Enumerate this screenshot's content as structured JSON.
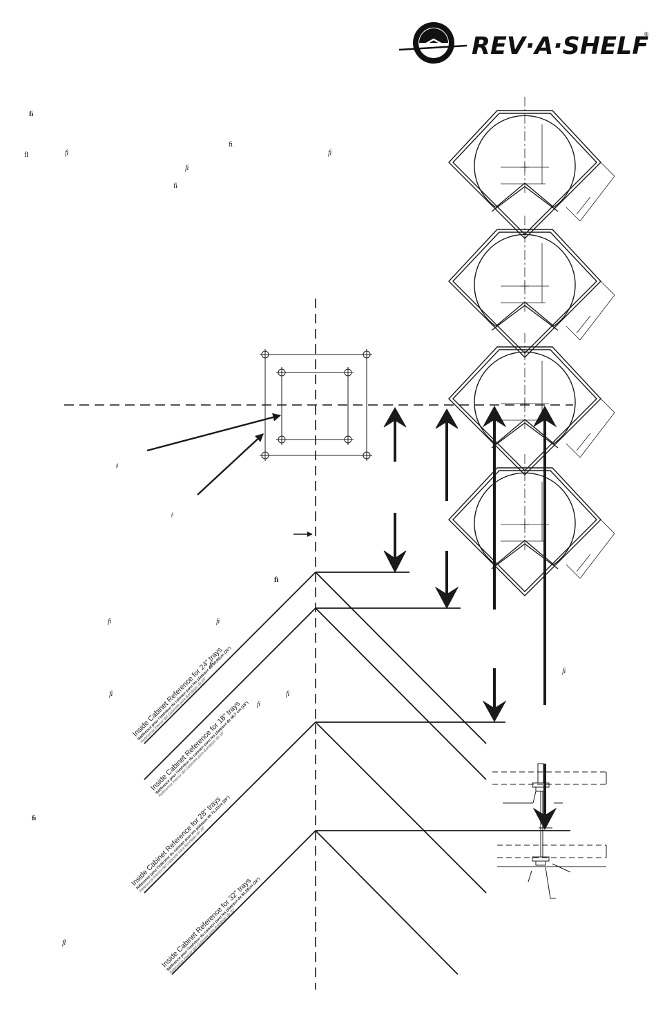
{
  "brand": {
    "name": "REV·A·SHELF",
    "trademark": "®"
  },
  "ligature_marks": [
    {
      "text": "ﬁ"
    },
    {
      "text": "ﬂ"
    },
    {
      "text": "ﬁ"
    },
    {
      "text": "ﬁ"
    },
    {
      "text": "ﬁ"
    },
    {
      "text": "ﬁ"
    },
    {
      "text": "ﬁ"
    },
    {
      "text": "ﬁ"
    },
    {
      "text": "ﬁ"
    },
    {
      "text": "ﬁ"
    },
    {
      "text": "ﬁ"
    },
    {
      "text": "ﬁ"
    },
    {
      "text": "ﬁ"
    },
    {
      "text": "ﬁ"
    },
    {
      "text": "ﬁ"
    },
    {
      "text": "ﬁ"
    },
    {
      "text": "ﬁ"
    },
    {
      "text": "ﬁ"
    },
    {
      "text": "ﬂ"
    }
  ],
  "references": [
    {
      "en": "Inside Cabinet Reference for 24\" trays",
      "fr": "Référence pour l'intérieur du caisson pour les plateaux de 60,96cm (24\")",
      "es": "Referencia Interior del Gabinete para Bandejas de 24\""
    },
    {
      "en": "Inside Cabinet Reference for 18\" trays",
      "fr": "Référence pour l'intérieur du caisson pour les plateaux de 45,7 cm (18\")",
      "es": "Referencia Interior del Gabinete para Bandejas de 18\""
    },
    {
      "en": "Inside Cabinet Reference for 28\" trays",
      "fr": "Référence pour l'intérieur du caisson pour les plateaux de 71,12cm (28\")",
      "es": "Referencia Interior del Gabinete para Bandejas de 28\""
    },
    {
      "en": "Inside Cabinet Reference for 32\" trays",
      "fr": "Référence pour l'intérieur du caisson pour les plateaux de 81,28cm (32\")",
      "es": "Referencia Interior del Gabinete para Bandejas de 32\""
    }
  ],
  "colors": {
    "line": "#1a1a1a",
    "background": "#ffffff"
  }
}
